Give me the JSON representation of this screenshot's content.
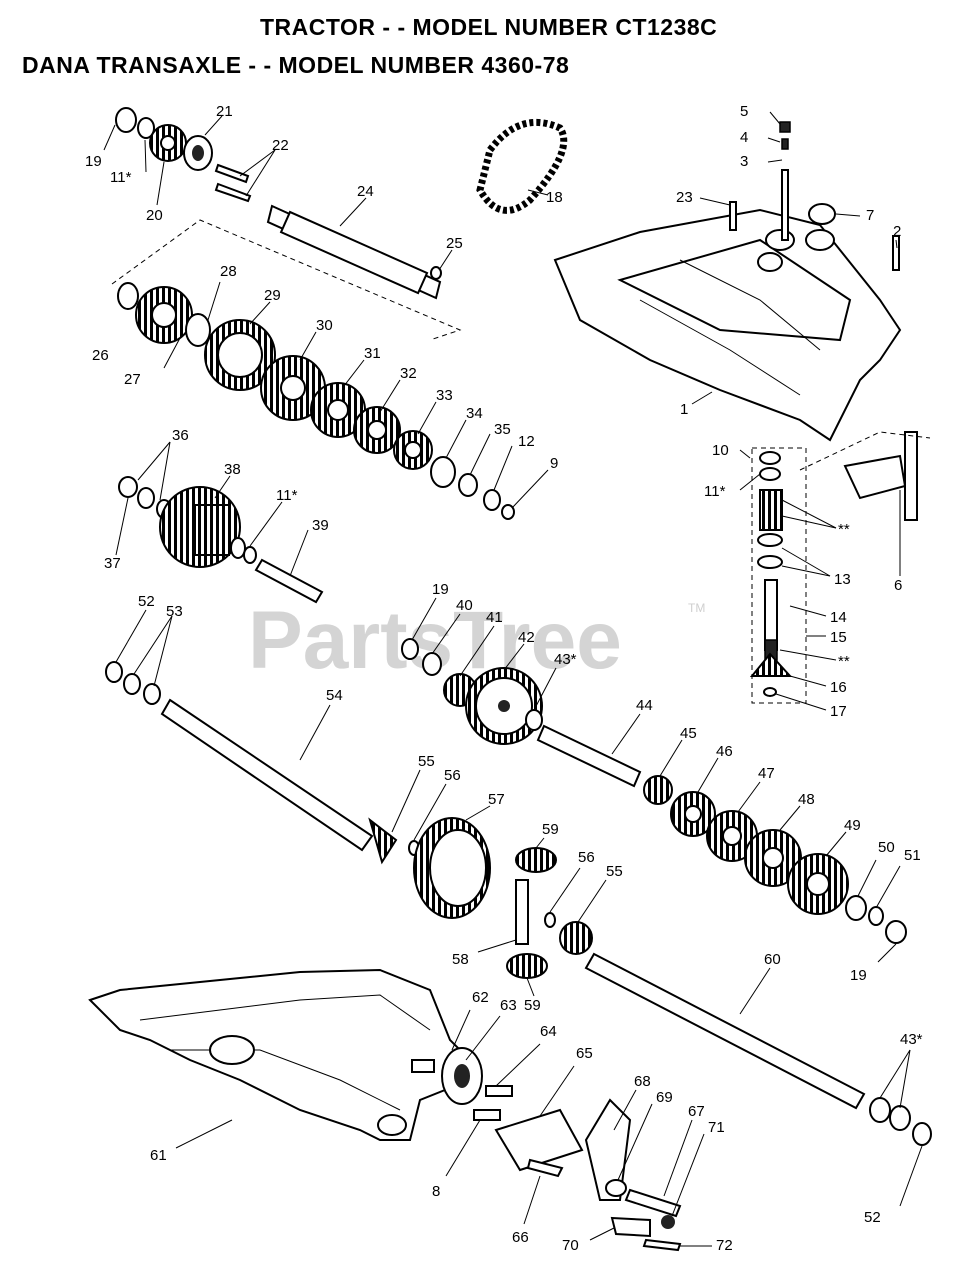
{
  "header": {
    "line1": "TRACTOR - - MODEL NUMBER CT1238C",
    "line2": "DANA TRANSAXLE - - MODEL NUMBER 4360-78"
  },
  "watermark": {
    "text": "PartsTree",
    "trademark": "TM"
  },
  "labels": [
    {
      "id": "19a",
      "text": "19"
    },
    {
      "id": "11a",
      "text": "11*"
    },
    {
      "id": "20",
      "text": "20"
    },
    {
      "id": "21",
      "text": "21"
    },
    {
      "id": "22",
      "text": "22"
    },
    {
      "id": "24",
      "text": "24"
    },
    {
      "id": "25",
      "text": "25"
    },
    {
      "id": "18",
      "text": "18"
    },
    {
      "id": "5",
      "text": "5"
    },
    {
      "id": "4",
      "text": "4"
    },
    {
      "id": "3",
      "text": "3"
    },
    {
      "id": "23",
      "text": "23"
    },
    {
      "id": "7",
      "text": "7"
    },
    {
      "id": "2",
      "text": "2"
    },
    {
      "id": "1",
      "text": "1"
    },
    {
      "id": "26",
      "text": "26"
    },
    {
      "id": "27",
      "text": "27"
    },
    {
      "id": "28",
      "text": "28"
    },
    {
      "id": "29",
      "text": "29"
    },
    {
      "id": "30",
      "text": "30"
    },
    {
      "id": "31",
      "text": "31"
    },
    {
      "id": "32",
      "text": "32"
    },
    {
      "id": "33",
      "text": "33"
    },
    {
      "id": "34",
      "text": "34"
    },
    {
      "id": "35",
      "text": "35"
    },
    {
      "id": "12",
      "text": "12"
    },
    {
      "id": "9",
      "text": "9"
    },
    {
      "id": "36",
      "text": "36"
    },
    {
      "id": "37",
      "text": "37"
    },
    {
      "id": "38",
      "text": "38"
    },
    {
      "id": "11b",
      "text": "11*"
    },
    {
      "id": "39",
      "text": "39"
    },
    {
      "id": "10",
      "text": "10"
    },
    {
      "id": "11c",
      "text": "11*"
    },
    {
      "id": "ss1",
      "text": "**"
    },
    {
      "id": "13",
      "text": "13"
    },
    {
      "id": "6",
      "text": "6"
    },
    {
      "id": "14",
      "text": "14"
    },
    {
      "id": "15",
      "text": "15"
    },
    {
      "id": "ss2",
      "text": "**"
    },
    {
      "id": "16",
      "text": "16"
    },
    {
      "id": "17",
      "text": "17"
    },
    {
      "id": "52a",
      "text": "52"
    },
    {
      "id": "53",
      "text": "53"
    },
    {
      "id": "19b",
      "text": "19"
    },
    {
      "id": "40",
      "text": "40"
    },
    {
      "id": "41",
      "text": "41"
    },
    {
      "id": "42",
      "text": "42"
    },
    {
      "id": "43a",
      "text": "43*"
    },
    {
      "id": "54",
      "text": "54"
    },
    {
      "id": "44",
      "text": "44"
    },
    {
      "id": "45",
      "text": "45"
    },
    {
      "id": "46",
      "text": "46"
    },
    {
      "id": "47",
      "text": "47"
    },
    {
      "id": "48",
      "text": "48"
    },
    {
      "id": "49",
      "text": "49"
    },
    {
      "id": "55a",
      "text": "55"
    },
    {
      "id": "56a",
      "text": "56"
    },
    {
      "id": "57",
      "text": "57"
    },
    {
      "id": "59a",
      "text": "59"
    },
    {
      "id": "56b",
      "text": "56"
    },
    {
      "id": "55b",
      "text": "55"
    },
    {
      "id": "50",
      "text": "50"
    },
    {
      "id": "51",
      "text": "51"
    },
    {
      "id": "58",
      "text": "58"
    },
    {
      "id": "60",
      "text": "60"
    },
    {
      "id": "19c",
      "text": "19"
    },
    {
      "id": "59b",
      "text": "59"
    },
    {
      "id": "62",
      "text": "62"
    },
    {
      "id": "63",
      "text": "63"
    },
    {
      "id": "64",
      "text": "64"
    },
    {
      "id": "65",
      "text": "65"
    },
    {
      "id": "43b",
      "text": "43*"
    },
    {
      "id": "68",
      "text": "68"
    },
    {
      "id": "69",
      "text": "69"
    },
    {
      "id": "67",
      "text": "67"
    },
    {
      "id": "71",
      "text": "71"
    },
    {
      "id": "61",
      "text": "61"
    },
    {
      "id": "8",
      "text": "8"
    },
    {
      "id": "66",
      "text": "66"
    },
    {
      "id": "70",
      "text": "70"
    },
    {
      "id": "72",
      "text": "72"
    },
    {
      "id": "52b",
      "text": "52"
    }
  ]
}
